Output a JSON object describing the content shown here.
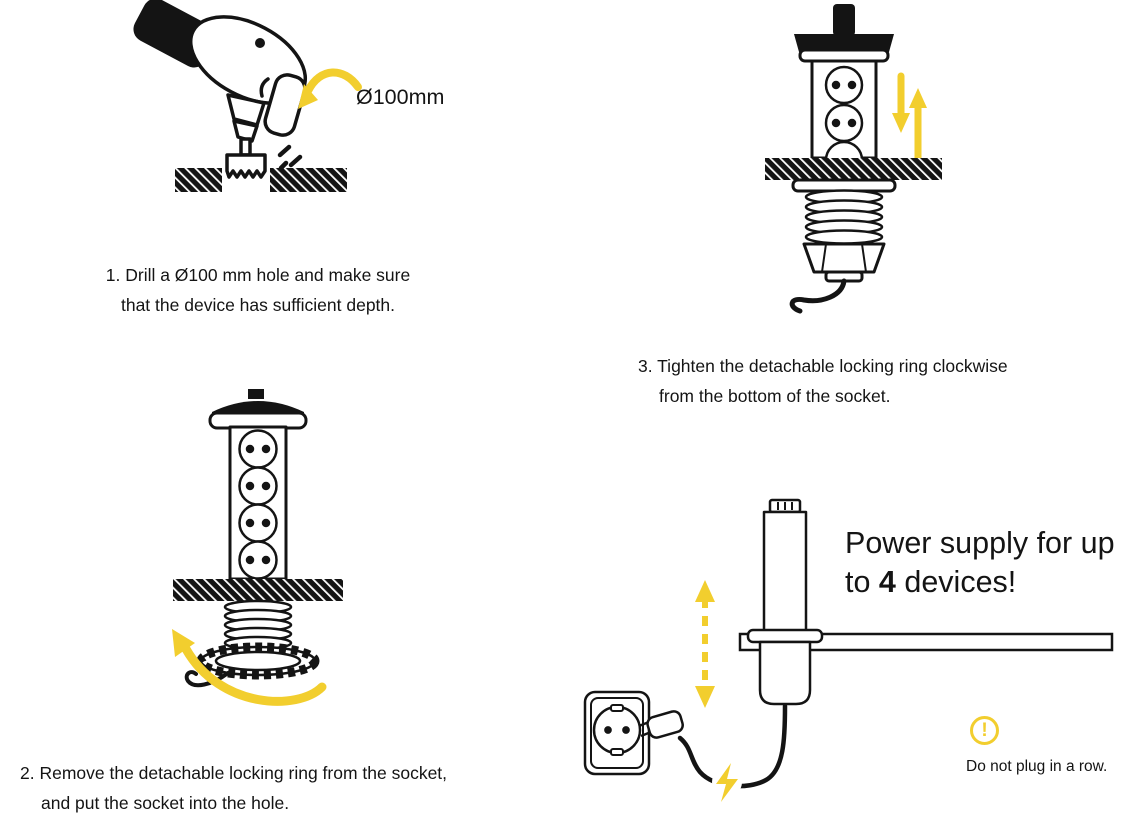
{
  "colors": {
    "accent_yellow": "#F2CE2E",
    "ink": "#141414"
  },
  "step1": {
    "diameter_label": "Ø100mm",
    "caption_line1": "1. Drill a Ø100 mm hole and make sure",
    "caption_line2": "that the device has sufficient depth."
  },
  "step2": {
    "caption_line1": "2. Remove the detachable locking ring from the socket,",
    "caption_line2": "and put the socket into the hole."
  },
  "step3": {
    "caption_line1": "3. Tighten the detachable locking ring clockwise",
    "caption_line2": "from the bottom of the socket."
  },
  "step4": {
    "headline_line1": "Power supply for up",
    "headline_line2_before": "to ",
    "headline_device_count": "4",
    "headline_line2_after": " devices!",
    "warning_symbol": "!",
    "warning_text": "Do not plug in a row."
  }
}
